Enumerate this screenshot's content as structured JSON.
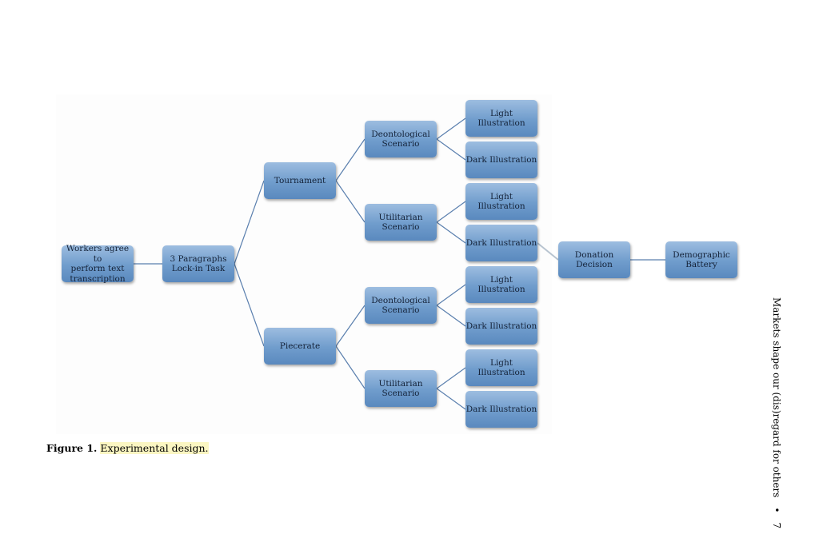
{
  "diagram": {
    "nodes": [
      {
        "id": "workers",
        "label": "Workers agree to\nperform text\ntranscription"
      },
      {
        "id": "lockin",
        "label": "3 Paragraphs\nLock-in Task"
      },
      {
        "id": "tournament",
        "label": "Tournament"
      },
      {
        "id": "piecerate",
        "label": "Piecerate"
      },
      {
        "id": "t_deont",
        "label": "Deontological\nScenario"
      },
      {
        "id": "t_util",
        "label": "Utilitarian\nScenario"
      },
      {
        "id": "p_deont",
        "label": "Deontological\nScenario"
      },
      {
        "id": "p_util",
        "label": "Utilitarian\nScenario"
      },
      {
        "id": "l1",
        "label": "Light Illustration"
      },
      {
        "id": "l2",
        "label": "Dark Illustration"
      },
      {
        "id": "l3",
        "label": "Light Illustration"
      },
      {
        "id": "l4",
        "label": "Dark Illustration"
      },
      {
        "id": "l5",
        "label": "Light Illustration"
      },
      {
        "id": "l6",
        "label": "Dark Illustration"
      },
      {
        "id": "l7",
        "label": "Light Illustration"
      },
      {
        "id": "l8",
        "label": "Dark Illustration"
      },
      {
        "id": "donation",
        "label": "Donation\nDecision"
      },
      {
        "id": "demographic",
        "label": "Demographic\nBattery"
      }
    ],
    "edges": [
      [
        "workers",
        "lockin"
      ],
      [
        "lockin",
        "tournament"
      ],
      [
        "lockin",
        "piecerate"
      ],
      [
        "tournament",
        "t_deont"
      ],
      [
        "tournament",
        "t_util"
      ],
      [
        "piecerate",
        "p_deont"
      ],
      [
        "piecerate",
        "p_util"
      ],
      [
        "t_deont",
        "l1"
      ],
      [
        "t_deont",
        "l2"
      ],
      [
        "t_util",
        "l3"
      ],
      [
        "t_util",
        "l4"
      ],
      [
        "p_deont",
        "l5"
      ],
      [
        "p_deont",
        "l6"
      ],
      [
        "p_util",
        "l7"
      ],
      [
        "p_util",
        "l8"
      ],
      [
        "l4",
        "donation"
      ],
      [
        "donation",
        "demographic"
      ]
    ]
  },
  "caption": {
    "label": "Figure 1.",
    "text": "Experimental design."
  },
  "running_head": {
    "title": "Markets shape our (dis)regard for others",
    "bullet": "•",
    "page": "7"
  }
}
